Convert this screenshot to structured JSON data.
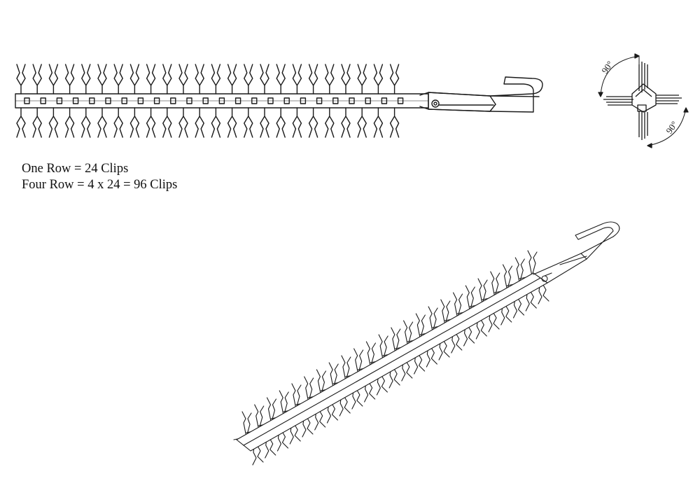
{
  "notes": {
    "line1": "One Row = 24 Clips",
    "line2": "Four Row = 4 x 24 = 96 Clips"
  },
  "end_view": {
    "angle_top": "90°",
    "angle_bottom": "90°"
  },
  "strip": {
    "clips_per_row": 24,
    "rows": 4
  },
  "colors": {
    "line": "#1a1a1a",
    "background": "#ffffff"
  }
}
